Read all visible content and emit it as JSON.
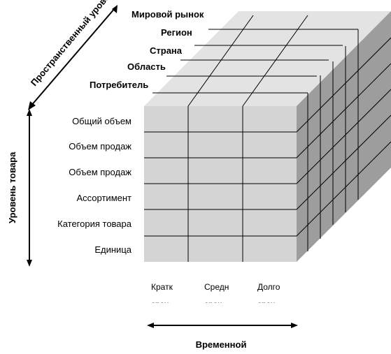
{
  "spatial_axis": {
    "title": "Пространственный уровень",
    "levels": [
      "Мировой рынок",
      "Регион",
      "Страна",
      "Область",
      "Потребитель"
    ]
  },
  "product_axis": {
    "title": "Уровень товара",
    "levels": [
      "Общий объем",
      "Объем продаж",
      "Объем продаж",
      "Ассортимент",
      "Категория товара",
      "Единица"
    ]
  },
  "time_axis": {
    "title": "Временной",
    "periods": [
      "Кратк",
      "Средн",
      "Долго"
    ],
    "periods_line2": [
      "сроч",
      "сроч",
      "сроч"
    ]
  },
  "colors": {
    "front": "#d4d4d4",
    "top": "#e3e3e3",
    "side": "#9d9d9d",
    "lines": "#000000"
  }
}
